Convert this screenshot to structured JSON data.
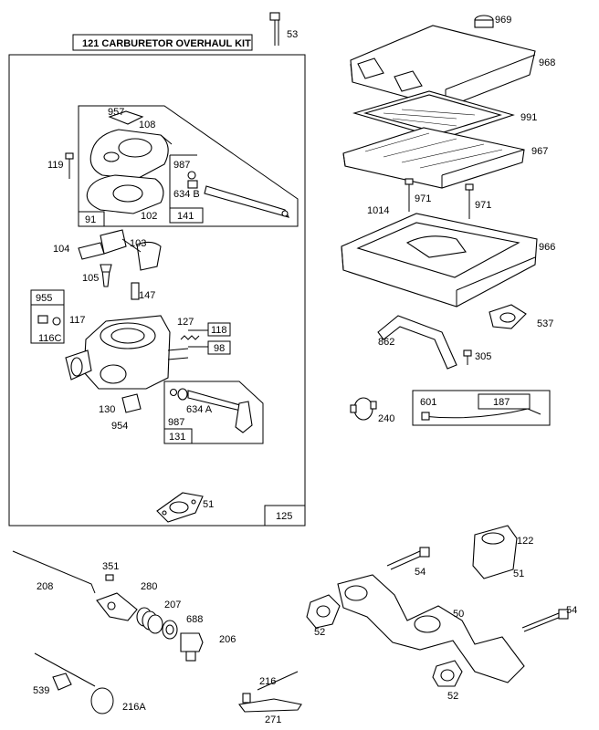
{
  "kit_title": "121  CARBURETOR OVERHAUL KIT",
  "boxes": {
    "b91": "91",
    "b141": "141",
    "b955": "955",
    "b118": "118",
    "b98": "98",
    "b131": "131",
    "b125": "125",
    "b187": "187"
  },
  "callouts": {
    "c53": "53",
    "c969": "969",
    "c968": "968",
    "c991": "991",
    "c967": "967",
    "c1014": "1014",
    "c971a": "971",
    "c971b": "971",
    "c966": "966",
    "c537": "537",
    "c862": "862",
    "c305": "305",
    "c240": "240",
    "c601": "601",
    "c957": "957",
    "c108": "108",
    "c119": "119",
    "c987a": "987",
    "c634b": "634 B",
    "c102": "102",
    "c104": "104",
    "c103": "103",
    "c105": "105",
    "c147": "147",
    "c117": "117",
    "c116c": "116C",
    "c127": "127",
    "c130": "130",
    "c954": "954",
    "c987b": "987",
    "c634a": "634 A",
    "c51a": "51",
    "c351": "351",
    "c208": "208",
    "c280": "280",
    "c207": "207",
    "c688": "688",
    "c206": "206",
    "c54a": "54",
    "c122": "122",
    "c51b": "51",
    "c50": "50",
    "c52a": "52",
    "c54b": "54",
    "c52b": "52",
    "c539": "539",
    "c216a": "216A",
    "c216": "216",
    "c271": "271"
  }
}
